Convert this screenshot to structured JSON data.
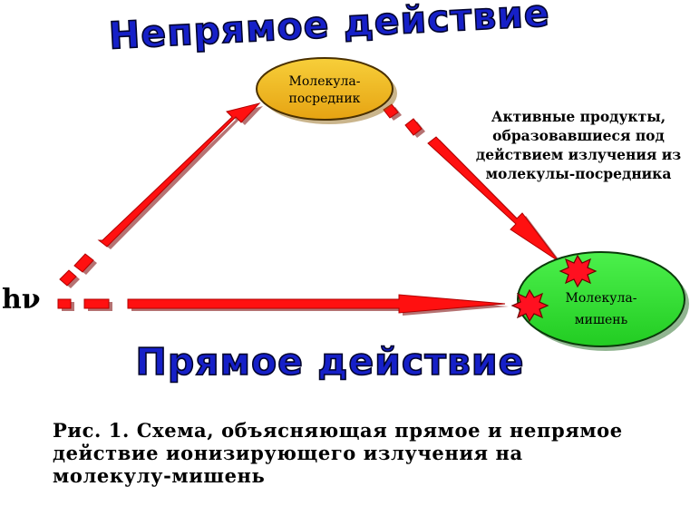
{
  "titles": {
    "indirect": "Непрямое действие",
    "direct": "Прямое действие"
  },
  "source_label": "hν",
  "nodes": {
    "mediator": {
      "line1": "Молекула-",
      "line2": "посредник"
    },
    "target": {
      "line1": "Молекула-",
      "line2": "мишень"
    }
  },
  "annotation": [
    "Активные продукты,",
    "образовавшиеся под",
    "действием излучения из",
    "молекулы-посредника"
  ],
  "caption": [
    "Рис. 1. Схема, объясняющая прямое и непрямое",
    "действие ионизирующего излучения на",
    "молекулу-мишень"
  ],
  "colors": {
    "title_fill": "#1620c8",
    "title_stroke": "#02042c",
    "arrow": "#ff1010",
    "mediator_fill": "#f1b416",
    "target_fill": "#2ee02e",
    "burst": "#ff1020"
  }
}
